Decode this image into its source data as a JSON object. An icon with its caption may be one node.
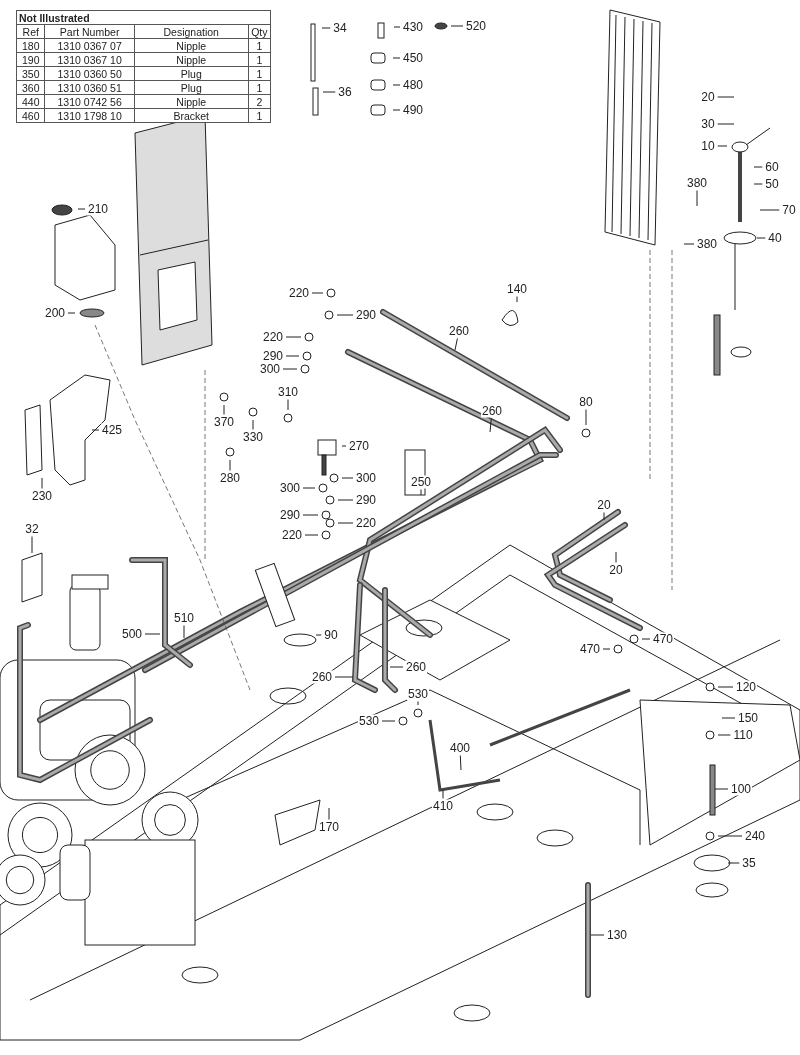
{
  "diagram": {
    "nodes": [
      {
        "text": [
          "34"
        ]
      },
      {
        "text": [
          "36"
        ]
      },
      {
        "text": [
          "430"
        ]
      },
      {
        "text": [
          "450"
        ]
      },
      {
        "text": [
          "480"
        ]
      },
      {
        "text": [
          "490"
        ]
      },
      {
        "text": [
          "520"
        ]
      },
      {
        "text": [
          "20"
        ]
      },
      {
        "text": [
          "30"
        ]
      },
      {
        "text": [
          "10"
        ]
      },
      {
        "text": [
          "60"
        ]
      },
      {
        "text": [
          "50"
        ]
      },
      {
        "text": [
          "70"
        ]
      },
      {
        "text": [
          "380"
        ]
      },
      {
        "text": [
          "380"
        ]
      },
      {
        "text": [
          "40"
        ]
      },
      {
        "text": [
          "210"
        ]
      },
      {
        "text": [
          "200"
        ]
      },
      {
        "text": [
          "220"
        ]
      },
      {
        "text": [
          "290"
        ]
      },
      {
        "text": [
          "220"
        ]
      },
      {
        "text": [
          "290"
        ]
      },
      {
        "text": [
          "300"
        ]
      },
      {
        "text": [
          "140"
        ]
      },
      {
        "text": [
          "260"
        ]
      },
      {
        "text": [
          "370"
        ]
      },
      {
        "text": [
          "310"
        ]
      },
      {
        "text": [
          "330"
        ]
      },
      {
        "text": [
          "270"
        ]
      },
      {
        "text": [
          "280"
        ]
      },
      {
        "text": [
          "300"
        ]
      },
      {
        "text": [
          "300"
        ]
      },
      {
        "text": [
          "290"
        ]
      },
      {
        "text": [
          "290"
        ]
      },
      {
        "text": [
          "220"
        ]
      },
      {
        "text": [
          "220"
        ]
      },
      {
        "text": [
          "260"
        ]
      },
      {
        "text": [
          "80"
        ]
      },
      {
        "text": [
          "250"
        ]
      },
      {
        "text": [
          "425"
        ]
      },
      {
        "text": [
          "230"
        ]
      },
      {
        "text": [
          "32"
        ]
      },
      {
        "text": [
          "500"
        ]
      },
      {
        "text": [
          "510"
        ]
      },
      {
        "text": [
          "90"
        ]
      },
      {
        "text": [
          "260"
        ]
      },
      {
        "text": [
          "260"
        ]
      },
      {
        "text": [
          "530"
        ]
      },
      {
        "text": [
          "530"
        ]
      },
      {
        "text": [
          "400"
        ]
      },
      {
        "text": [
          "410"
        ]
      },
      {
        "text": [
          "170"
        ]
      },
      {
        "text": [
          "20"
        ]
      },
      {
        "text": [
          "20"
        ]
      },
      {
        "text": [
          "470"
        ]
      },
      {
        "text": [
          "470"
        ]
      },
      {
        "text": [
          "120"
        ]
      },
      {
        "text": [
          "150"
        ]
      },
      {
        "text": [
          "110"
        ]
      },
      {
        "text": [
          "100"
        ]
      },
      {
        "text": [
          "240"
        ]
      },
      {
        "text": [
          "35"
        ]
      },
      {
        "text": [
          "130"
        ]
      }
    ],
    "edges": [
      {
        "from": 0,
        "to": null,
        "arrow": "none"
      },
      {
        "from": 1,
        "to": null,
        "arrow": "none"
      },
      {
        "from": 2,
        "to": null,
        "arrow": "none"
      },
      {
        "from": 3,
        "to": null,
        "arrow": "none"
      },
      {
        "from": 4,
        "to": null,
        "arrow": "none"
      },
      {
        "from": 5,
        "to": null,
        "arrow": "none"
      },
      {
        "from": 6,
        "to": null,
        "arrow": "none"
      },
      {
        "from": 7,
        "to": null,
        "arrow": "none"
      },
      {
        "from": 8,
        "to": null,
        "arrow": "none"
      },
      {
        "from": 9,
        "to": null,
        "arrow": "none"
      },
      {
        "from": 10,
        "to": null,
        "arrow": "none"
      },
      {
        "from": 11,
        "to": null,
        "arrow": "none"
      },
      {
        "from": 12,
        "to": null,
        "arrow": "none"
      },
      {
        "from": 13,
        "to": null,
        "arrow": "none"
      },
      {
        "from": 14,
        "to": null,
        "arrow": "none"
      },
      {
        "from": 15,
        "to": null,
        "arrow": "none"
      },
      {
        "from": 16,
        "to": null,
        "arrow": "none"
      },
      {
        "from": 17,
        "to": null,
        "arrow": "none"
      },
      {
        "from": 18,
        "to": null,
        "arrow": "none"
      },
      {
        "from": 19,
        "to": null,
        "arrow": "none"
      },
      {
        "from": 20,
        "to": null,
        "arrow": "none"
      },
      {
        "from": 21,
        "to": null,
        "arrow": "none"
      },
      {
        "from": 22,
        "to": null,
        "arrow": "none"
      },
      {
        "from": 23,
        "to": null,
        "arrow": "none"
      },
      {
        "from": 24,
        "to": null,
        "arrow": "none"
      },
      {
        "from": 25,
        "to": null,
        "arrow": "none"
      },
      {
        "from": 26,
        "to": null,
        "arrow": "none"
      },
      {
        "from": 27,
        "to": null,
        "arrow": "none"
      },
      {
        "from": 28,
        "to": null,
        "arrow": "none"
      },
      {
        "from": 29,
        "to": null,
        "arrow": "none"
      },
      {
        "from": 30,
        "to": null,
        "arrow": "none"
      },
      {
        "from": 31,
        "to": null,
        "arrow": "none"
      },
      {
        "from": 32,
        "to": null,
        "arrow": "none"
      },
      {
        "from": 33,
        "to": null,
        "arrow": "none"
      },
      {
        "from": 34,
        "to": null,
        "arrow": "none"
      },
      {
        "from": 35,
        "to": null,
        "arrow": "none"
      },
      {
        "from": 36,
        "to": null,
        "arrow": "none"
      },
      {
        "from": 37,
        "to": null,
        "arrow": "none"
      },
      {
        "from": 38,
        "to": null,
        "arrow": "none"
      },
      {
        "from": 39,
        "to": null,
        "arrow": "none"
      },
      {
        "from": 40,
        "to": null,
        "arrow": "none"
      },
      {
        "from": 41,
        "to": null,
        "arrow": "none"
      },
      {
        "from": 42,
        "to": null,
        "arrow": "none"
      },
      {
        "from": 43,
        "to": null,
        "arrow": "none"
      },
      {
        "from": 44,
        "to": null,
        "arrow": "none"
      },
      {
        "from": 45,
        "to": null,
        "arrow": "none"
      },
      {
        "from": 46,
        "to": null,
        "arrow": "none"
      },
      {
        "from": 47,
        "to": null,
        "arrow": "none"
      },
      {
        "from": 48,
        "to": null,
        "arrow": "none"
      },
      {
        "from": 49,
        "to": null,
        "arrow": "none"
      },
      {
        "from": 50,
        "to": null,
        "arrow": "none"
      },
      {
        "from": 51,
        "to": null,
        "arrow": "none"
      },
      {
        "from": 52,
        "to": null,
        "arrow": "none"
      },
      {
        "from": 53,
        "to": null,
        "arrow": "none"
      },
      {
        "from": 54,
        "to": null,
        "arrow": "none"
      },
      {
        "from": 55,
        "to": null,
        "arrow": "none"
      },
      {
        "from": 56,
        "to": null,
        "arrow": "none"
      },
      {
        "from": 57,
        "to": null,
        "arrow": "none"
      },
      {
        "from": 58,
        "to": null,
        "arrow": "none"
      },
      {
        "from": 59,
        "to": null,
        "arrow": "none"
      },
      {
        "from": 60,
        "to": null,
        "arrow": "none"
      },
      {
        "from": 61,
        "to": null,
        "arrow": "none"
      },
      {
        "from": 62,
        "to": null,
        "arrow": "none"
      }
    ],
    "labels": [
      "Not Illustrated",
      "Ref",
      "Part Number",
      "Designation",
      "Qty",
      "180",
      "1310 0367 07",
      "Nipple",
      "1",
      "190",
      "1310 0367 10",
      "Nipple",
      "1",
      "350",
      "1310 0360 50",
      "Plug",
      "1",
      "360",
      "1310 0360 51",
      "Plug",
      "1",
      "440",
      "1310 0742 56",
      "Nipple",
      "2",
      "460",
      "1310 1798 10",
      "Bracket",
      "1"
    ]
  }
}
